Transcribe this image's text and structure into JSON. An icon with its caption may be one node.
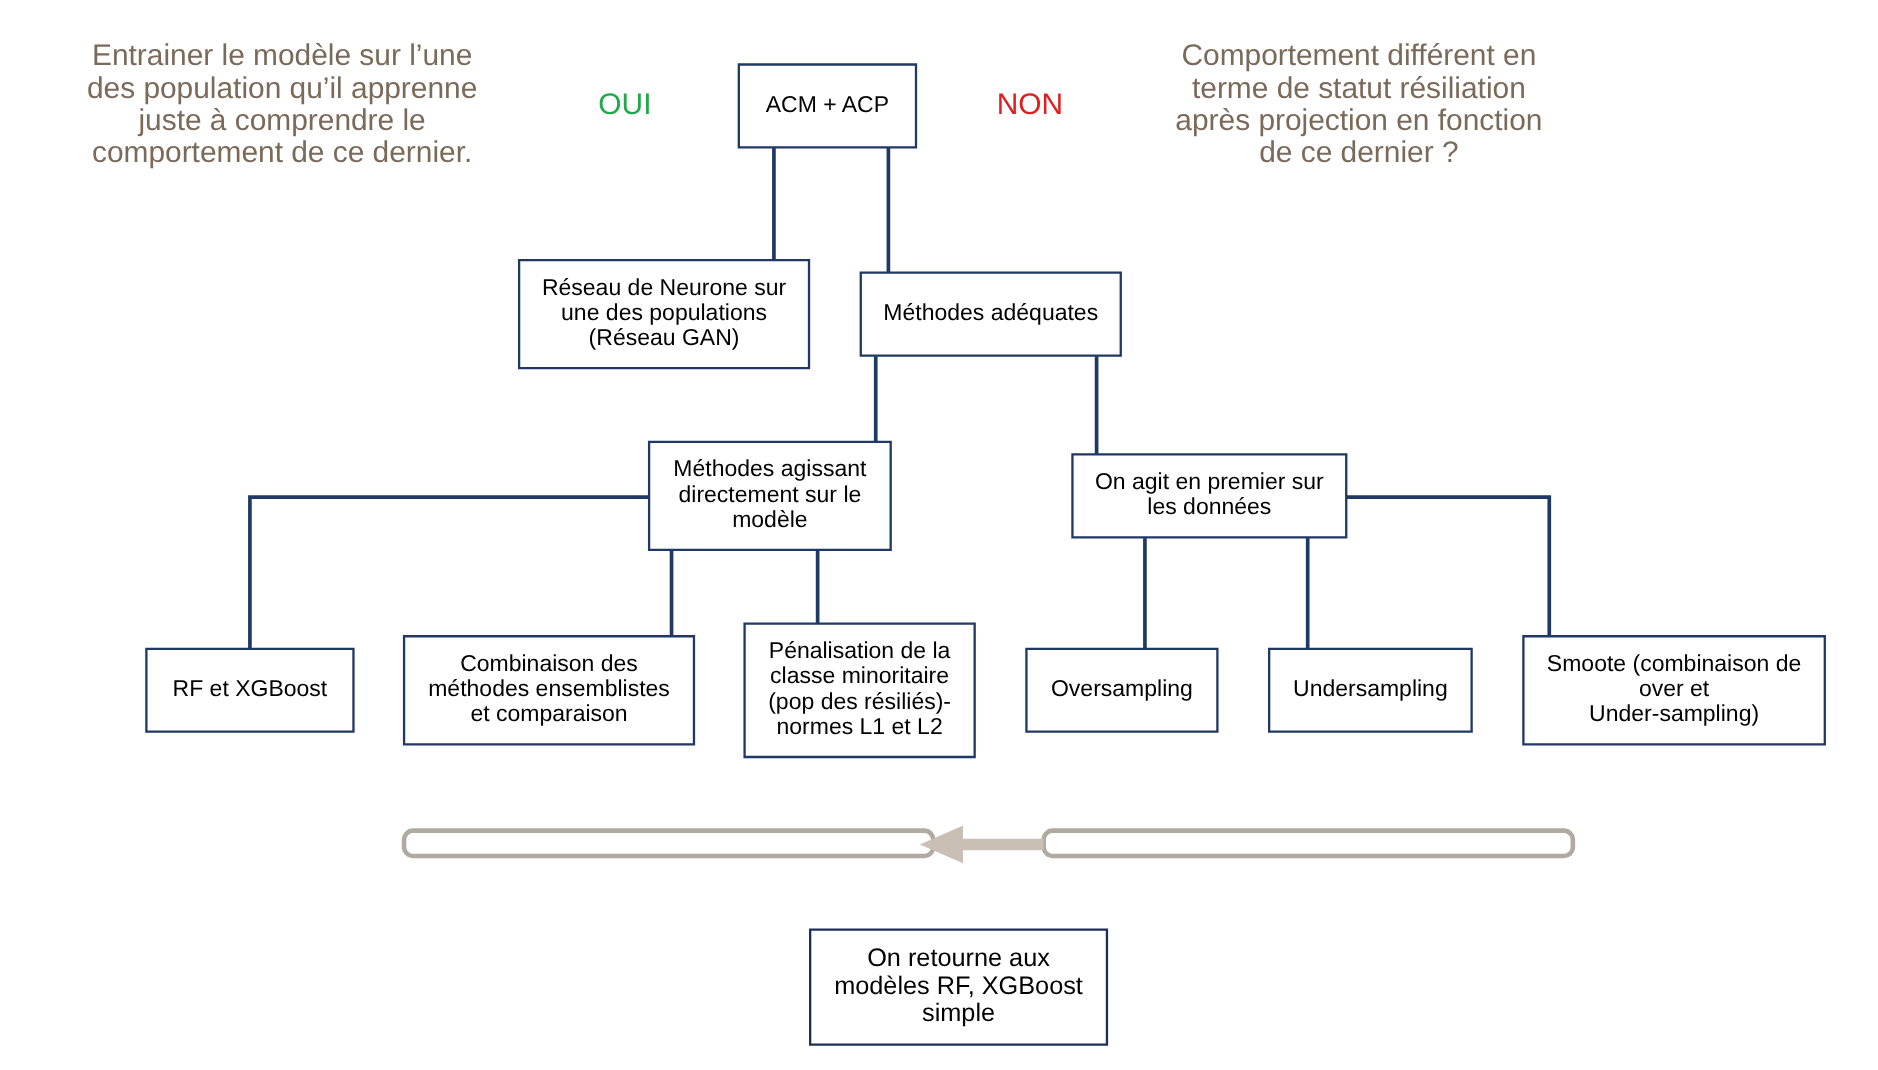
{
  "diagram": {
    "nodes": [
      {
        "text": [
          "ACM + ACP"
        ]
      },
      {
        "text": [
          "Réseau de Neurone sur une des populations (Réseau GAN)"
        ]
      },
      {
        "text": [
          "Méthodes adéquates"
        ]
      },
      {
        "text": [
          "Méthodes agissant directement sur le modèle"
        ]
      },
      {
        "text": [
          "On agit en premier sur les données"
        ]
      },
      {
        "text": [
          "RF et XGBoost"
        ]
      },
      {
        "text": [
          "Combinaison des méthodes ensemblistes et comparaison"
        ]
      },
      {
        "text": [
          "Pénalisation de la classe minoritaire (pop des résiliés)- normes L1 et L2"
        ]
      },
      {
        "text": [
          "Oversampling"
        ]
      },
      {
        "text": [
          "Undersampling"
        ]
      },
      {
        "text": [
          "Smoote (combinaison de over et Under-sampling)"
        ]
      },
      {
        "text": [],
        "shape": "bracket"
      },
      {
        "text": [],
        "shape": "bracket"
      },
      {
        "text": [
          "On retourne aux modèles RF, XGBoost simple"
        ]
      }
    ],
    "edges": [
      {
        "from": 0,
        "to": 1,
        "arrow": "none"
      },
      {
        "from": 0,
        "to": 2,
        "arrow": "none"
      },
      {
        "from": 2,
        "to": 3,
        "arrow": "none"
      },
      {
        "from": 2,
        "to": 4,
        "arrow": "none"
      },
      {
        "from": 3,
        "to": 5,
        "arrow": "none"
      },
      {
        "from": 3,
        "to": 6,
        "arrow": "none"
      },
      {
        "from": 3,
        "to": 7,
        "arrow": "none"
      },
      {
        "from": 4,
        "to": 8,
        "arrow": "none"
      },
      {
        "from": 4,
        "to": 9,
        "arrow": "none"
      },
      {
        "from": 4,
        "to": 10,
        "arrow": "none"
      },
      {
        "from": 12,
        "to": 11,
        "arrow": "to",
        "style": "thick",
        "color": "#c8c0b4"
      }
    ],
    "labels": [
      "OUI",
      "NON",
      "Comportement différent en terme de statut résiliation après projection en fonction de ce dernier ?",
      "Entrainer le modèle sur l’une des population qu’il apprenne juste à comprendre le comportement de ce dernier."
    ]
  }
}
